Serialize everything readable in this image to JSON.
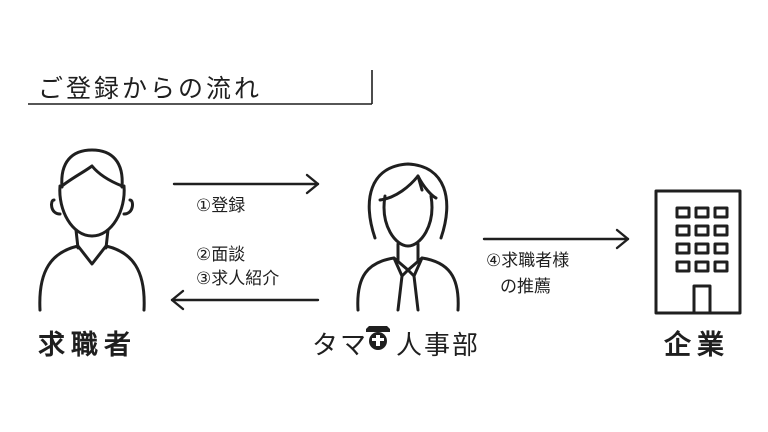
{
  "title": "ご登録からの流れ",
  "nodes": {
    "job_seeker": "求職者",
    "company": "企業"
  },
  "brand": {
    "part1": "タマ",
    "part2": "人事部"
  },
  "steps": {
    "step1": "①登録",
    "step2": "②面談",
    "step3": "③求人紹介",
    "step4_line1": "④求職者様",
    "step4_line2": "の推薦"
  },
  "colors": {
    "ink": "#1f1f1f",
    "background": "#ffffff"
  }
}
